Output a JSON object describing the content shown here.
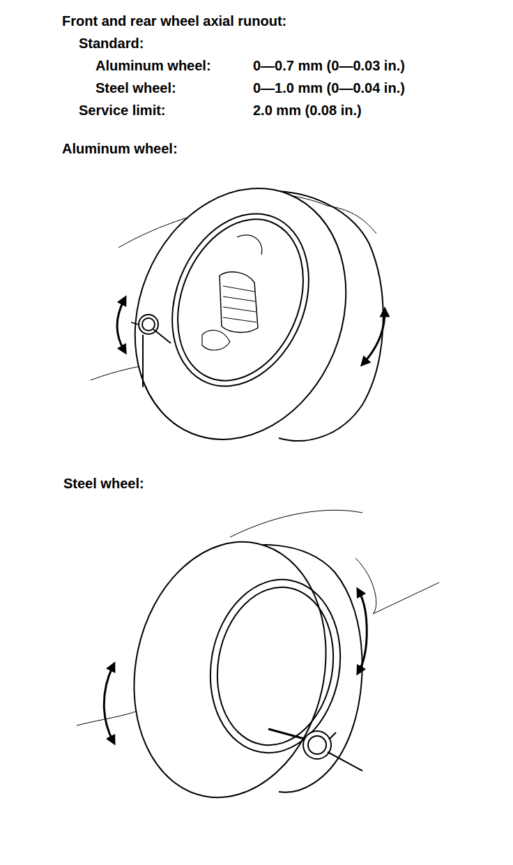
{
  "diagram": {
    "title": "Front and rear wheel axial runout:",
    "labels": [
      "Standard:",
      "Aluminum wheel:",
      "0—0.7 mm (0—0.03 in.)",
      "Steel wheel:",
      "0—1.0 mm (0—0.04 in.)",
      "Service limit:",
      "2.0 mm (0.08 in.)",
      "Aluminum wheel:",
      "Steel wheel:"
    ]
  }
}
